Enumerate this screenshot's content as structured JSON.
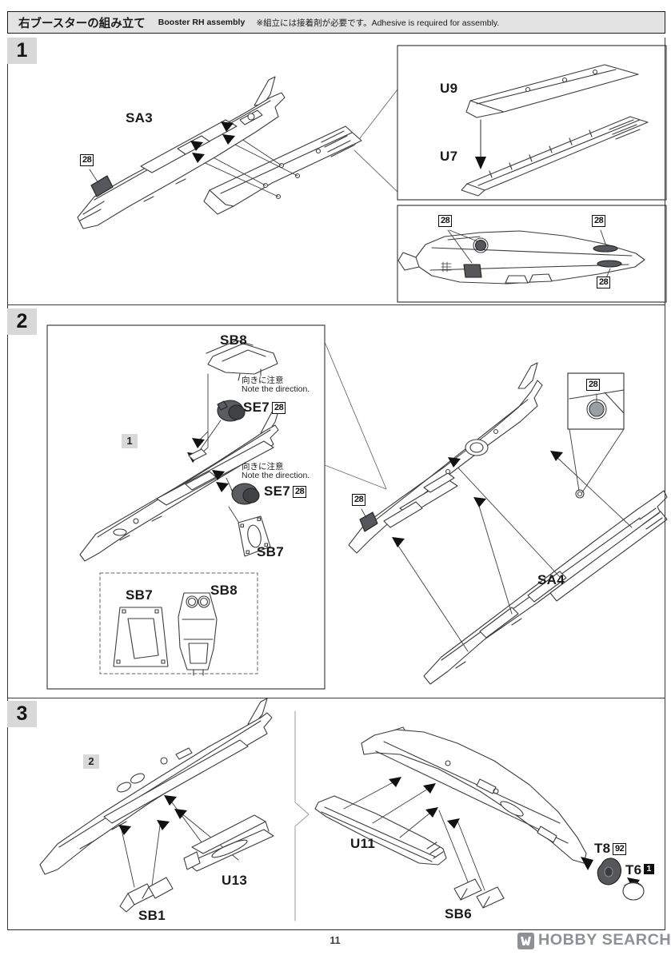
{
  "header": {
    "title_jp": "右ブースターの組み立て",
    "title_en": "Booster RH assembly",
    "note": "※組立には接着剤が必要です。Adhesive is required for assembly."
  },
  "steps": {
    "s1": "1",
    "s2": "2",
    "s3": "3"
  },
  "ref_badges": {
    "r1": "1",
    "r2": "2"
  },
  "paint_badges": {
    "b28": "28",
    "b92": "92",
    "b1": "1"
  },
  "direction_note": {
    "jp": "向きに注意",
    "en": "Note the direction."
  },
  "parts": {
    "sa3": "SA3",
    "u9": "U9",
    "u7": "U7",
    "sb8": "SB8",
    "se7": "SE7",
    "sb7": "SB7",
    "sa4": "SA4",
    "u13": "U13",
    "sb1": "SB1",
    "u11": "U11",
    "sb6": "SB6",
    "t8": "T8",
    "t6": "T6"
  },
  "footer": {
    "page_number": "11",
    "brand": "HOBBY SEARCH"
  },
  "colors": {
    "header_bg": "#e3e3e3",
    "step_badge_bg": "#d8d8d8",
    "dark_part": "#55575a",
    "inset_circle": "#9b9fa2",
    "logo_gray": "#8d9196",
    "line": "#3c3c3c"
  }
}
